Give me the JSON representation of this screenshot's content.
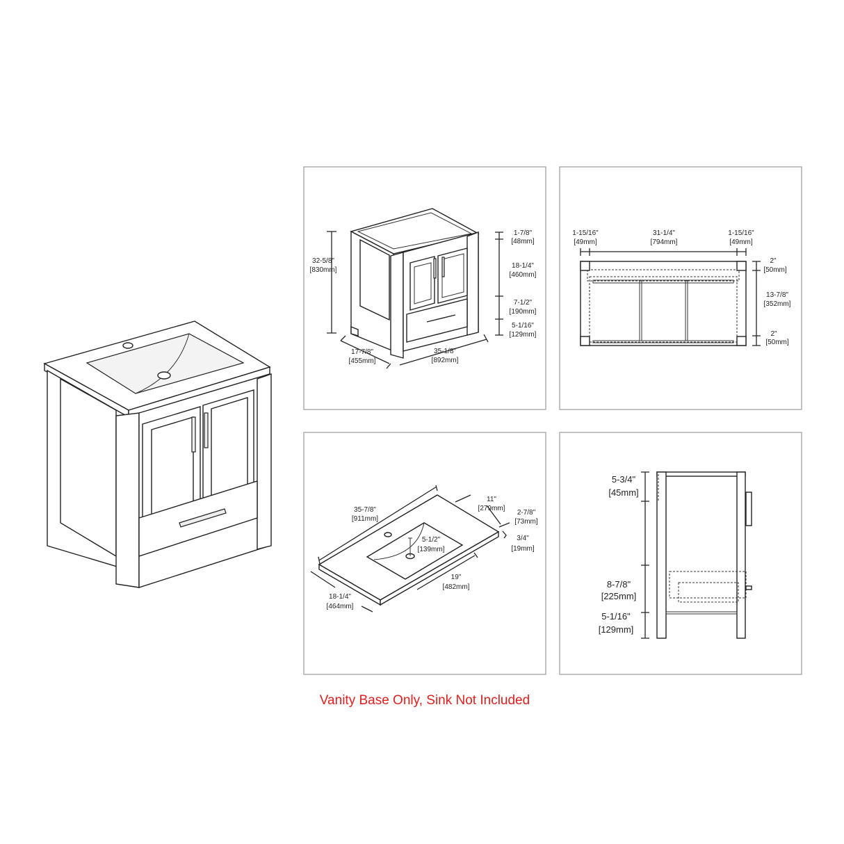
{
  "caption": "Vanity Base Only, Sink Not Included",
  "colors": {
    "caption": "#e0201e",
    "panel_border": "#9a9a9a",
    "line": "#222222"
  },
  "front_view": {
    "height": "32-5/8\"",
    "height_mm": "[830mm]",
    "top_rail": "1-7/8\"",
    "top_rail_mm": "[48mm]",
    "door": "18-1/4\"",
    "door_mm": "[460mm]",
    "drawer": "7-1/2\"",
    "drawer_mm": "[190mm]",
    "leg": "5-1/16\"",
    "leg_mm": "[129mm]",
    "depth": "17-7/8\"",
    "depth_mm": "[455mm]",
    "width": "35-1/8\"",
    "width_mm": "[892mm]"
  },
  "top_view": {
    "left_post": "1-15/16\"",
    "left_post_mm": "[49mm]",
    "inner_width": "31-1/4\"",
    "inner_width_mm": "[794mm]",
    "right_post": "1-15/16\"",
    "right_post_mm": "[49mm]",
    "top_rail": "2\"",
    "top_rail_mm": "[50mm]",
    "inner_depth": "13-7/8\"",
    "inner_depth_mm": "[352mm]",
    "bottom_rail": "2\"",
    "bottom_rail_mm": "[50mm]"
  },
  "sink_top": {
    "length": "35-7/8\"",
    "length_mm": "[911mm]",
    "bowl_offset": "11\"",
    "bowl_offset_mm": "[279mm]",
    "edge": "2-7/8\"",
    "edge_mm": "[73mm]",
    "thickness": "3/4\"",
    "thickness_mm": "[19mm]",
    "bowl_depth": "5-1/2\"",
    "bowl_depth_mm": "[139mm]",
    "bowl_width": "19\"",
    "bowl_width_mm": "[482mm]",
    "depth": "18-1/4\"",
    "depth_mm": "[464mm]"
  },
  "side_view": {
    "top": "5-3/4\"",
    "top_mm": "[45mm]",
    "drawer": "8-7/8\"",
    "drawer_mm": "[225mm]",
    "leg": "5-1/16\"",
    "leg_mm": "[129mm]"
  }
}
